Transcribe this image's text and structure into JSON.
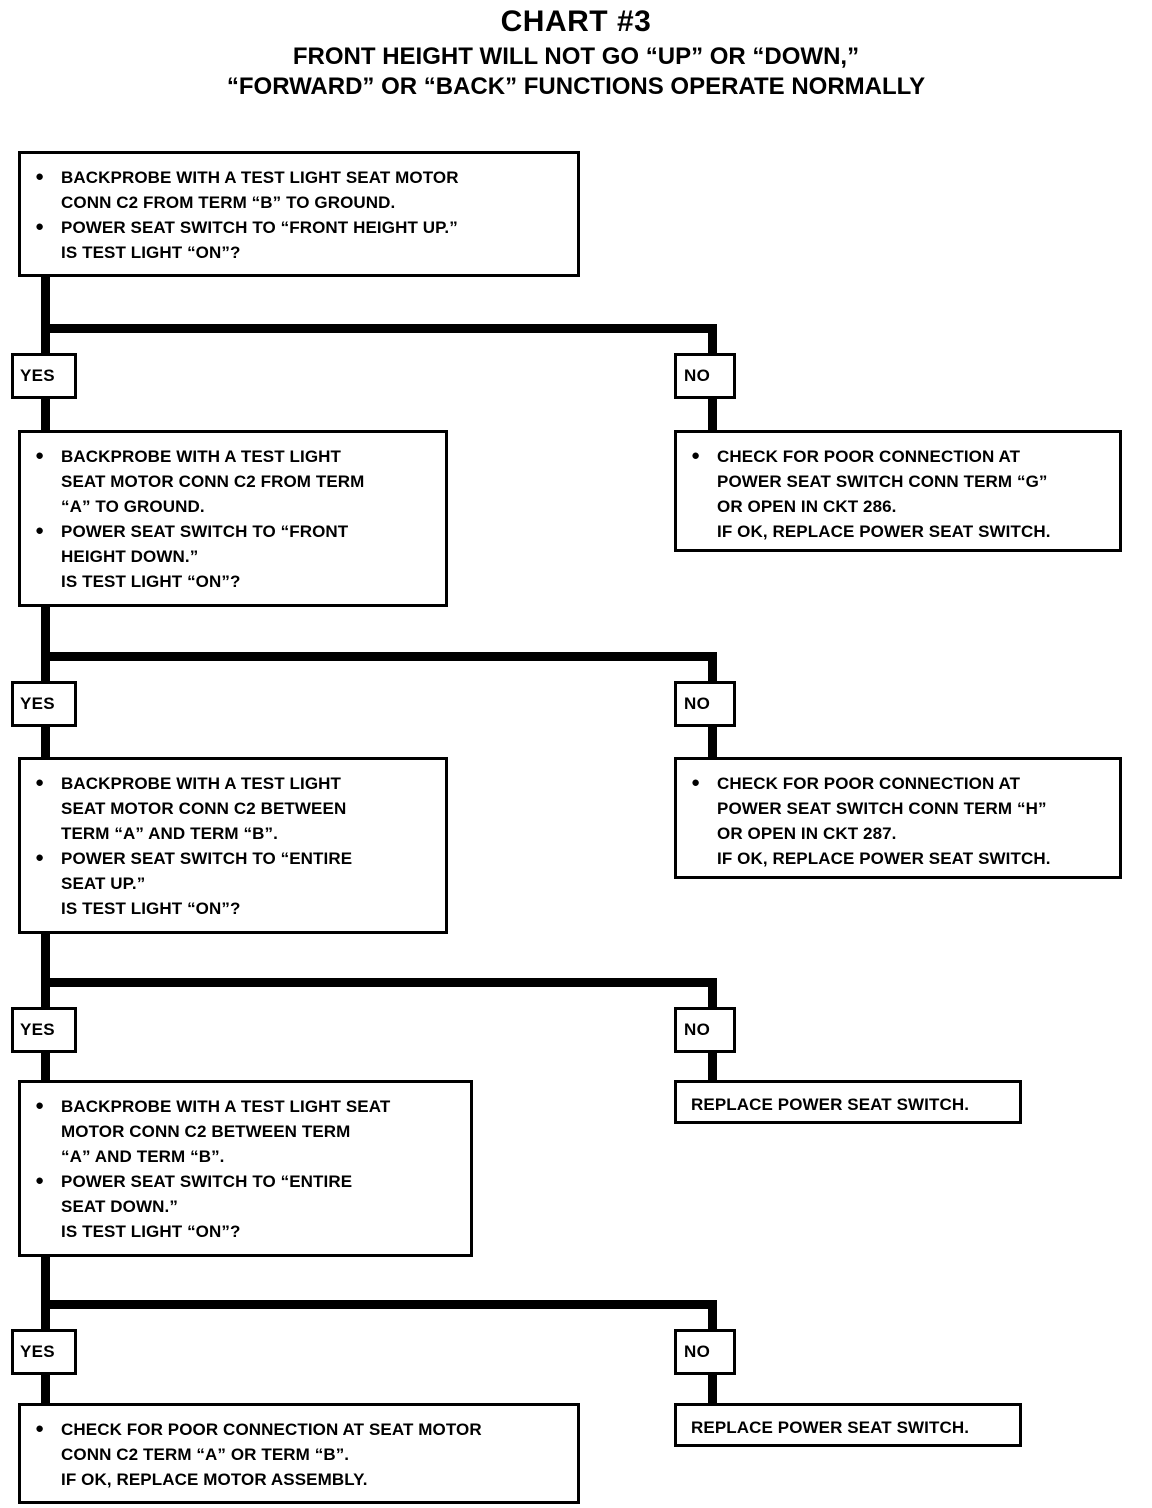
{
  "title": {
    "main": "CHART #3",
    "line2": "FRONT HEIGHT WILL NOT GO “UP” OR “DOWN,”",
    "line3": "“FORWARD” OR “BACK” FUNCTIONS OPERATE NORMALLY"
  },
  "labels": {
    "yes": "YES",
    "no": "NO",
    "bullet_glyph": "●"
  },
  "nodes": {
    "step1": {
      "b1": "BACKPROBE WITH A TEST LIGHT SEAT MOTOR\nCONN C2 FROM TERM “B” TO GROUND.",
      "b2": "POWER SEAT SWITCH TO “FRONT HEIGHT UP.”\nIS TEST LIGHT “ON”?"
    },
    "step1_no": {
      "b1": "CHECK FOR POOR CONNECTION AT\nPOWER SEAT SWITCH CONN TERM “G”\nOR OPEN IN CKT 286.\nIF OK, REPLACE POWER SEAT SWITCH."
    },
    "step2": {
      "b1": "BACKPROBE WITH A TEST LIGHT\nSEAT MOTOR CONN C2 FROM TERM\n“A” TO GROUND.",
      "b2": "POWER SEAT SWITCH TO “FRONT\nHEIGHT DOWN.”\nIS TEST LIGHT “ON”?"
    },
    "step2_no": {
      "b1": "CHECK FOR POOR CONNECTION AT\nPOWER SEAT SWITCH CONN TERM “H”\nOR OPEN IN CKT 287.\nIF OK, REPLACE POWER SEAT SWITCH."
    },
    "step3": {
      "b1": "BACKPROBE WITH A TEST LIGHT\nSEAT MOTOR CONN C2 BETWEEN\nTERM “A” AND TERM “B”.",
      "b2": "POWER SEAT SWITCH TO “ENTIRE\nSEAT UP.”\nIS TEST LIGHT “ON”?"
    },
    "step3_no": {
      "b1": "REPLACE POWER SEAT SWITCH."
    },
    "step4": {
      "b1": "BACKPROBE WITH A TEST LIGHT SEAT\nMOTOR  CONN C2 BETWEEN TERM\n“A” AND TERM “B”.",
      "b2": "POWER SEAT SWITCH TO “ENTIRE\nSEAT DOWN.”\nIS TEST LIGHT “ON”?"
    },
    "step4_no": {
      "b1": "REPLACE POWER SEAT SWITCH."
    },
    "step4_yes": {
      "b1": "CHECK FOR POOR CONNECTION AT SEAT MOTOR\nCONN C2 TERM “A” OR TERM “B”.\nIF OK, REPLACE MOTOR ASSEMBLY."
    }
  },
  "colors": {
    "ink": "#000000",
    "paper": "#ffffff"
  }
}
